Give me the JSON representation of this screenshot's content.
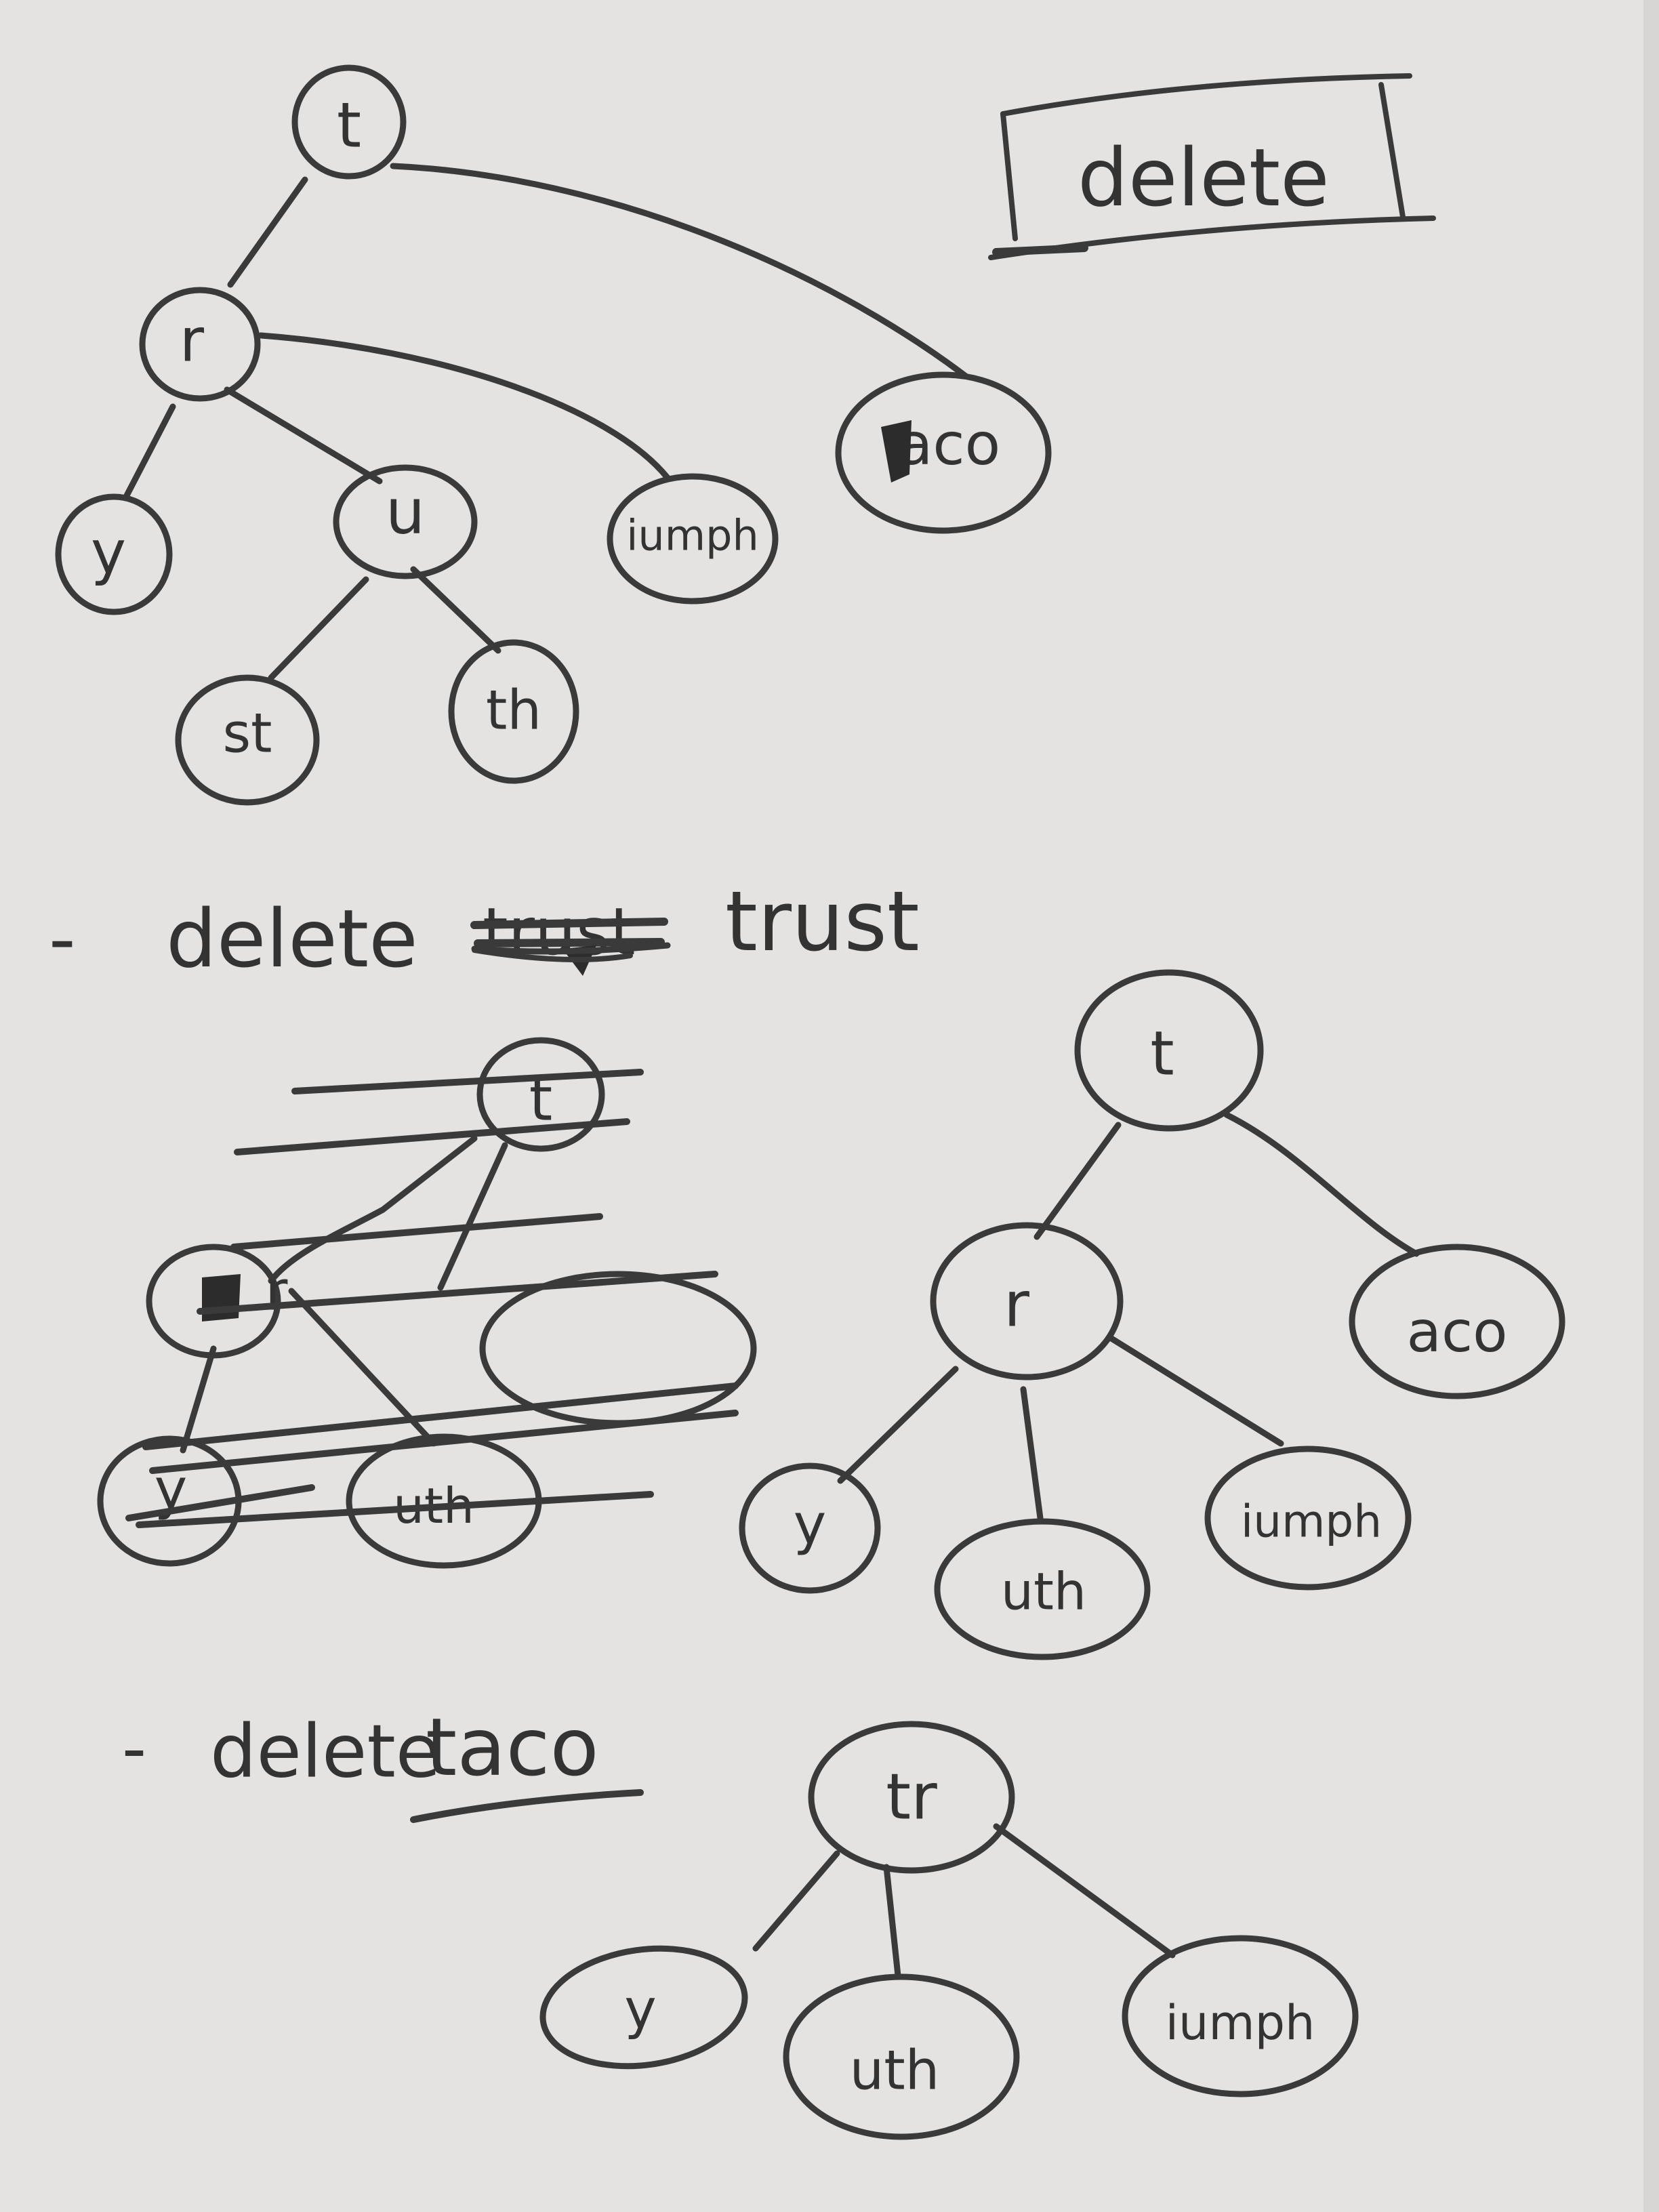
{
  "colors": {
    "paper": "#e4e3e1",
    "ink": "#3a3a3a",
    "scribble": "#2c2c2c"
  },
  "header": {
    "label": "delete"
  },
  "tree_initial": {
    "nodes": {
      "root": "t",
      "r": "r",
      "y": "y",
      "u": "u",
      "st": "st",
      "th": "th",
      "iumph": "iumph",
      "aco": "aco"
    }
  },
  "step1": {
    "dash": "-",
    "verb": "delete",
    "struck_word": "trust",
    "word": "trust"
  },
  "tree_crossed": {
    "nodes": {
      "root": "t",
      "r": "r",
      "y": "y",
      "uth": "uth"
    }
  },
  "tree_after_trust": {
    "nodes": {
      "root": "t",
      "r": "r",
      "aco": "aco",
      "y": "y",
      "uth": "uth",
      "iumph": "iumph"
    }
  },
  "step2": {
    "dash": "-",
    "verb": "delete",
    "word": "taco"
  },
  "tree_after_taco": {
    "nodes": {
      "root": "tr",
      "y": "y",
      "uth": "uth",
      "iumph": "iumph"
    }
  }
}
